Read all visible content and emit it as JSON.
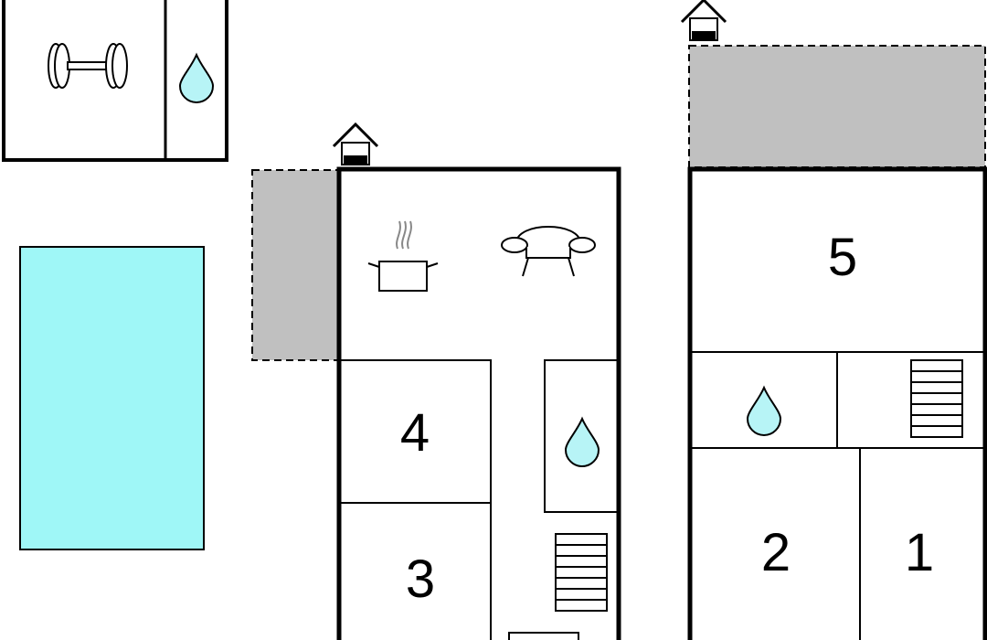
{
  "floorplan": {
    "rooms": [
      {
        "id": "room-1",
        "label": "1"
      },
      {
        "id": "room-2",
        "label": "2"
      },
      {
        "id": "room-3",
        "label": "3"
      },
      {
        "id": "room-4",
        "label": "4"
      },
      {
        "id": "room-5",
        "label": "5"
      }
    ],
    "icons": [
      "dumbbell-icon",
      "water-drop-icon",
      "house-entrance-icon",
      "cooking-pot-icon",
      "sofa-icon",
      "stairs-icon"
    ],
    "colors": {
      "wall": "#000000",
      "pool": "#9ff7f7",
      "water_drop": "#b7f4f6",
      "terrace": "#c0c0c0",
      "background": "#ffffff"
    }
  }
}
